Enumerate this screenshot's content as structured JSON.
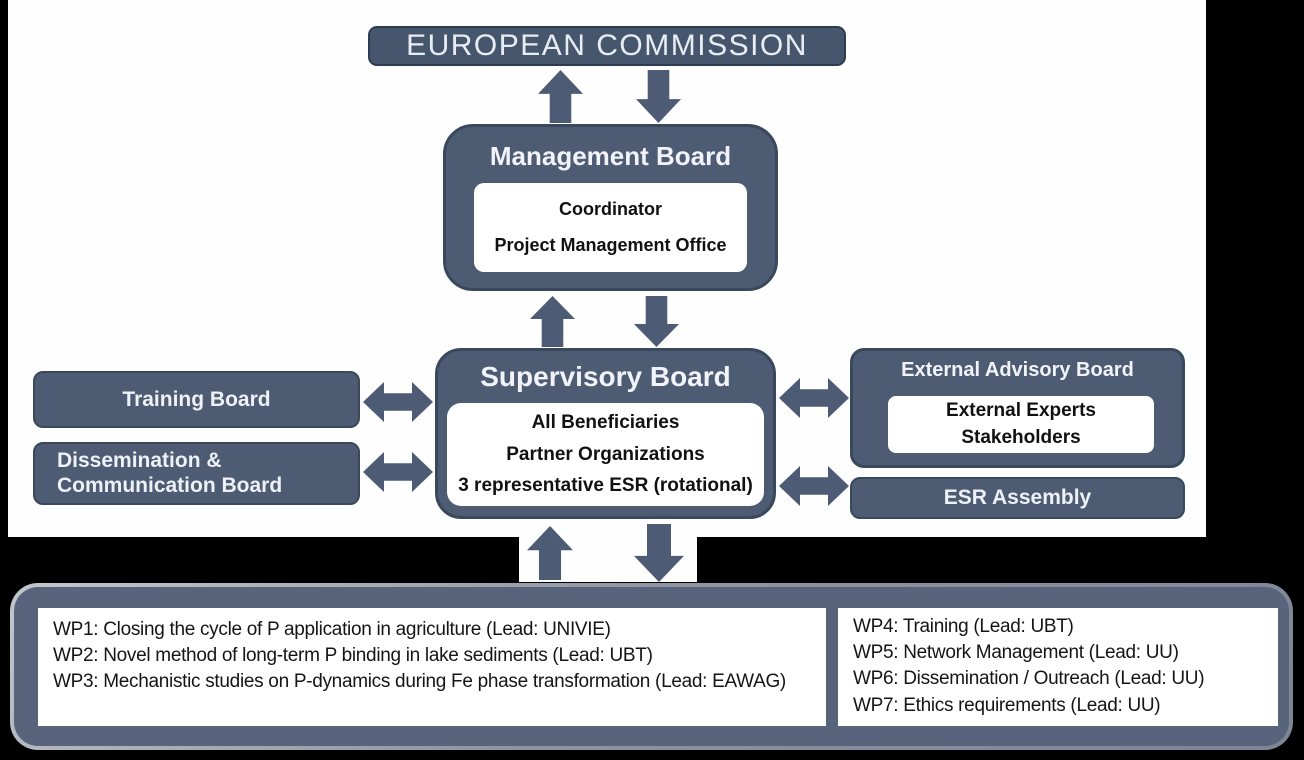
{
  "colors": {
    "background": "#000000",
    "canvas": "#fefefe",
    "box_fill": "#4d5b73",
    "box_border": "#3a485e",
    "arrow": "#4d5c74",
    "box_text": "#f1f3f8",
    "inner_box_fill": "#ffffff",
    "inner_box_text": "#111111",
    "wp_container_fill": "#57647b"
  },
  "european_commission": {
    "label": "EUROPEAN COMMISSION"
  },
  "management_board": {
    "title": "Management Board",
    "members": [
      "Coordinator",
      "Project Management Office"
    ]
  },
  "supervisory_board": {
    "title": "Supervisory Board",
    "members": [
      "All Beneficiaries",
      "Partner Organizations",
      "3 representative ESR (rotational)"
    ]
  },
  "left_boards": {
    "training": {
      "label": "Training Board"
    },
    "dissemination": {
      "label": "Dissemination & Communication Board"
    }
  },
  "right_boards": {
    "external_advisory": {
      "title": "External Advisory Board",
      "members": [
        "External Experts",
        "Stakeholders"
      ]
    },
    "esr_assembly": {
      "label": "ESR Assembly"
    }
  },
  "work_packages": {
    "left": [
      "WP1: Closing the cycle of P application in agriculture (Lead: UNIVIE)",
      "WP2: Novel method of long-term P binding in lake sediments (Lead: UBT)",
      "WP3: Mechanistic studies on P-dynamics during Fe phase transformation (Lead: EAWAG)"
    ],
    "right": [
      "WP4: Training (Lead: UBT)",
      "WP5: Network Management (Lead: UU)",
      "WP6: Dissemination / Outreach (Lead: UU)",
      "WP7: Ethics requirements (Lead: UU)"
    ]
  }
}
